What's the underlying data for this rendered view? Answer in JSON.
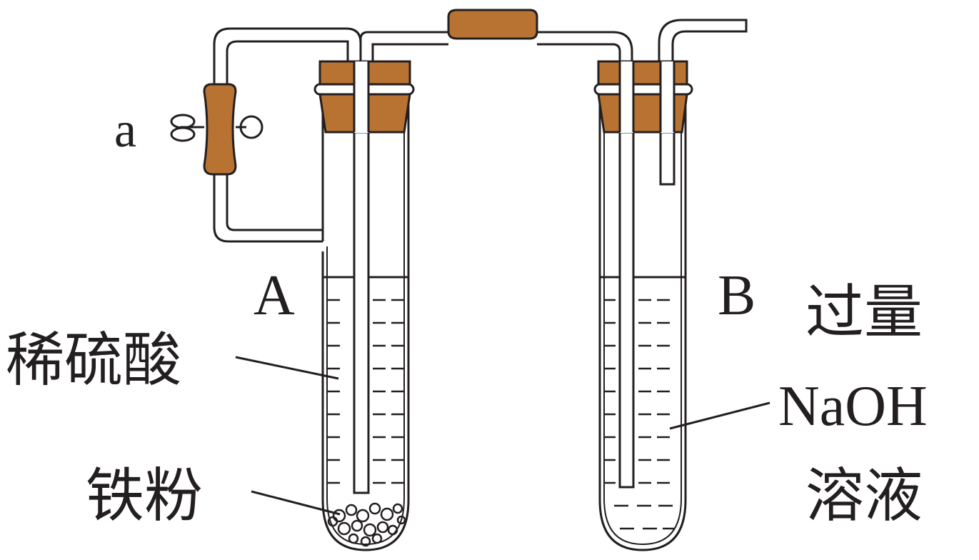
{
  "labels": {
    "clamp": "a",
    "tube_a": "A",
    "tube_b": "B",
    "acid": "稀硫酸",
    "iron": "铁粉",
    "naoh_line1": "过量",
    "naoh_line2": "NaOH",
    "naoh_line3": "溶液"
  },
  "colors": {
    "stroke": "#231f20",
    "stopper": "#b87333",
    "background": "#ffffff"
  }
}
